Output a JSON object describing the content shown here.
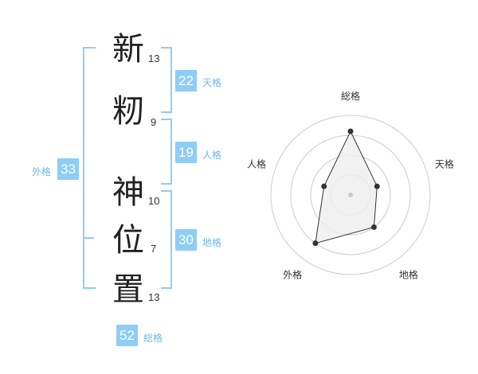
{
  "name": {
    "characters": [
      {
        "char": "新",
        "strokes": "13"
      },
      {
        "char": "籾",
        "strokes": "9"
      },
      {
        "char": "神",
        "strokes": "10"
      },
      {
        "char": "位",
        "strokes": "7"
      },
      {
        "char": "置",
        "strokes": "13"
      }
    ]
  },
  "kakusu": {
    "tenkaku": {
      "value": "22",
      "label": "天格"
    },
    "jinkaku": {
      "value": "19",
      "label": "人格"
    },
    "chikaku": {
      "value": "30",
      "label": "地格"
    },
    "gaikaku": {
      "value": "33",
      "label": "外格"
    },
    "soukaku": {
      "value": "52",
      "label": "総格"
    }
  },
  "chart_data": {
    "type": "radar",
    "axes": [
      "総格",
      "天格",
      "地格",
      "外格",
      "人格"
    ],
    "values": [
      0.8,
      0.35,
      0.5,
      0.75,
      0.35
    ],
    "rings": 4,
    "max": 1,
    "colors": {
      "fill": "#eeeeee",
      "stroke": "#333333",
      "grid": "#cccccc",
      "point": "#333333"
    }
  }
}
